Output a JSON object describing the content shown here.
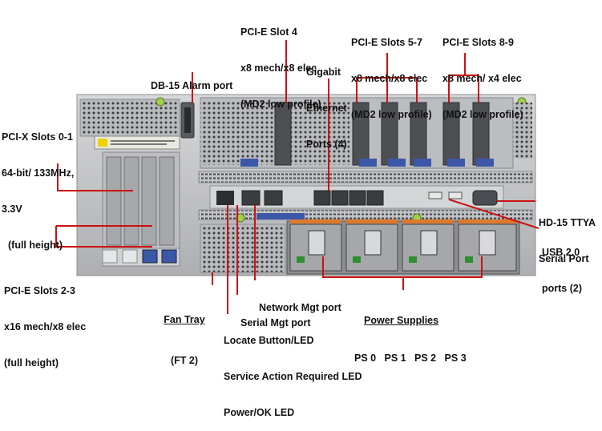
{
  "labels": {
    "pcix": [
      "PCI-X Slots 0-1",
      "64-bit/ 133MHz,",
      "3.3V",
      "(full height)"
    ],
    "pcie23": [
      "PCI-E Slots 2-3",
      "x16 mech/x8 elec",
      "(full height)"
    ],
    "db15": [
      "DB-15 Alarm port"
    ],
    "pcie4": [
      "PCI-E Slot 4",
      "x8 mech/x8 elec",
      "(MD2 low profile)"
    ],
    "gige": [
      "Gigabit",
      "Ethernet",
      "Ports (4)"
    ],
    "pcie57": [
      "PCI-E Slots 5-7",
      "x8 mech/x8 elec",
      "(MD2 low profile)"
    ],
    "pcie89": [
      "PCI-E Slots 8-9",
      "x8 mech/ x4 elec",
      "(MD2 low profile)"
    ],
    "hd15": [
      "HD-15 TTYA",
      "Serial Port"
    ],
    "usb": [
      "USB 2.0",
      "ports (2)"
    ],
    "fan_title": "Fan Tray",
    "fan_sub": "(FT 2)",
    "locate": [
      "Locate Button/LED",
      "Service Action Required LED",
      "Power/OK LED"
    ],
    "serial_mgt": "Serial Mgt port",
    "net_mgt": "Network Mgt port",
    "psu_title": "Power Supplies",
    "psu_list": "PS 0   PS 1   PS 2   PS 3"
  },
  "colors": {
    "callout": "#cc1111",
    "chassis": "#c9cacc",
    "chassis_dark": "#9a9b9e",
    "slot_dark": "#4d4f53",
    "port_blue": "#3b58a8",
    "psu_green": "#2e8f2e",
    "psu_orange": "#e07a2a"
  }
}
